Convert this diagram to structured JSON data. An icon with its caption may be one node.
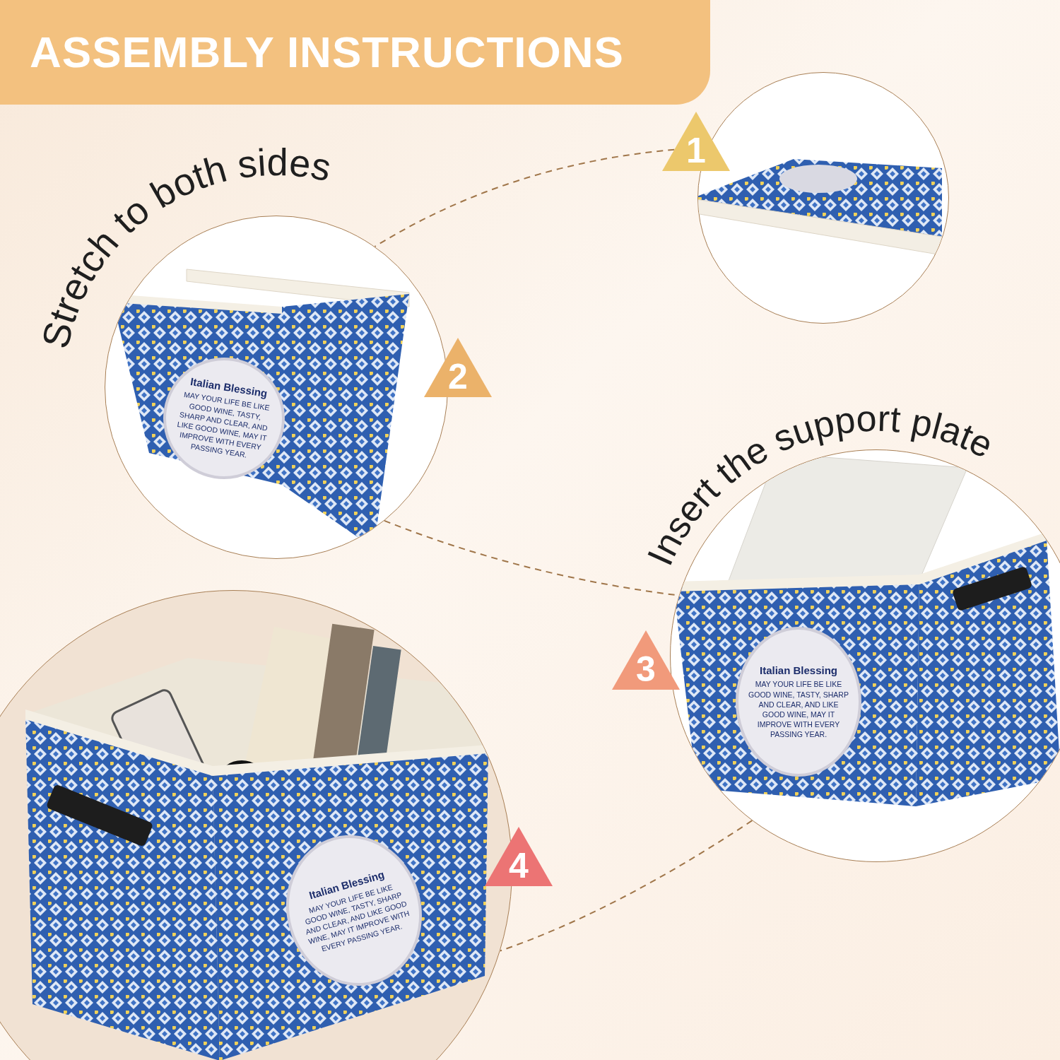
{
  "diagram": {
    "title": "ASSEMBLY INSTRUCTIONS",
    "nodes": [
      {
        "text": [
          "1"
        ]
      },
      {
        "text": [],
        "shape": "picture"
      },
      {
        "text": [
          "Stretch to both sides",
          "Italian Blessing",
          "MAY YOUR LIFE BE LIKE GOOD WINE, TASTY, SHARP AND CLEAR, AND LIKE GOOD WINE, MAY IT IMPROVE WITH EVERY PASSING YEAR."
        ]
      },
      {
        "text": [
          "2"
        ]
      },
      {
        "text": [
          "Insert the support plate",
          "Italian Blessing",
          "MAY YOUR LIFE BE LIKE GOOD WINE, TASTY, SHARP AND CLEAR, AND LIKE GOOD WINE, MAY IT IMPROVE WITH EVERY PASSING YEAR."
        ]
      },
      {
        "text": [
          "3"
        ]
      },
      {
        "text": [
          "Italian Blessing",
          "MAY YOUR LIFE BE LIKE GOOD WINE, TASTY, SHARP AND CLEAR, AND LIKE GOOD WINE, MAY IT IMPROVE WITH EVERY PASSING YEAR."
        ]
      },
      {
        "text": [
          "4"
        ]
      }
    ],
    "edges": [
      {
        "from": 0,
        "to": 2,
        "arrow": "none",
        "style": "dashed"
      },
      {
        "from": 2,
        "to": 4,
        "arrow": "none",
        "style": "dashed"
      },
      {
        "from": 4,
        "to": 6,
        "arrow": "none",
        "style": "dashed"
      }
    ]
  }
}
